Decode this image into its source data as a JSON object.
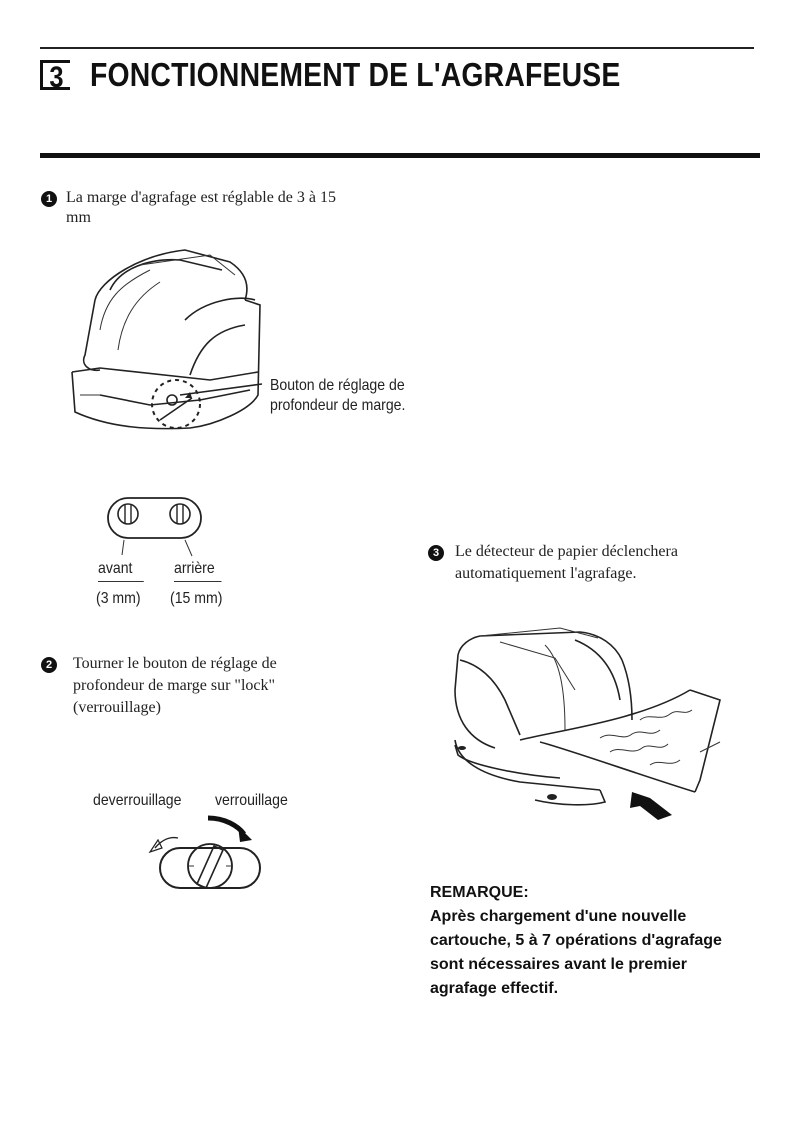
{
  "header": {
    "section_number": "3",
    "title": "FONCTIONNEMENT DE L'AGRAFEUSE"
  },
  "step1": {
    "number": "1",
    "text_line1": "La marge d'agrafage est réglable de 3 à 15",
    "text_line2": "mm",
    "callout_line1": "Bouton de réglage de",
    "callout_line2": "profondeur de marge.",
    "front_label": "avant",
    "back_label": "arrière",
    "front_value": "(3 mm)",
    "back_value": "(15 mm)"
  },
  "step2": {
    "number": "2",
    "text_line1": "Tourner le bouton de réglage de",
    "text_line2": "profondeur de marge sur \"lock\"",
    "text_line3": "(verrouillage)",
    "unlock_label": "deverrouillage",
    "lock_label": "verrouillage"
  },
  "step3": {
    "number": "3",
    "text_line1": "Le détecteur de papier déclenchera",
    "text_line2": "automatiquement l'agrafage."
  },
  "note": {
    "heading": "REMARQUE:",
    "line1": "Après chargement d'une nouvelle",
    "line2": "cartouche, 5 à 7 opérations d'agrafage",
    "line3": "sont nécessaires avant le premier",
    "line4": "agrafage effectif."
  }
}
